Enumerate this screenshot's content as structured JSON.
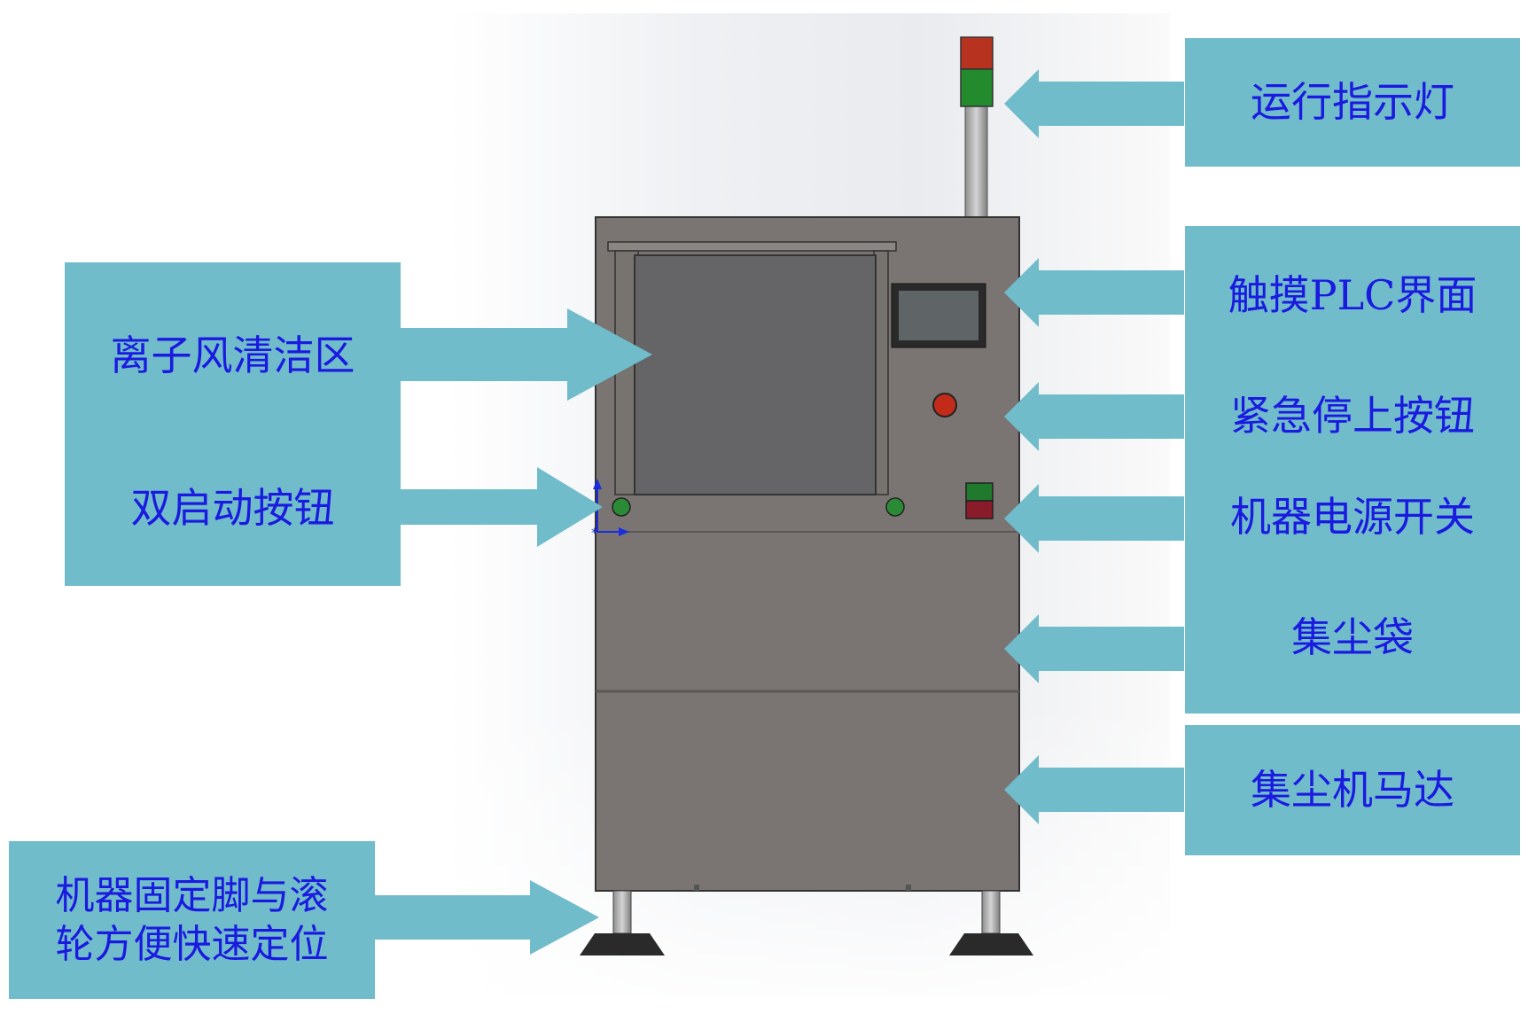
{
  "diagram": {
    "colors": {
      "label_fill": "#70bccb",
      "label_text": "#1a1ae0",
      "machine_body": "#7a7572",
      "machine_panel": "#656466",
      "screen_fill": "#5f6466",
      "estop_red": "#c22b1a",
      "power_green": "#1f7a2e",
      "power_red": "#8a1c2a",
      "lamp_red": "#b8331f",
      "lamp_green": "#248a2e",
      "start_button_green": "#2a8a36",
      "foot_dark": "#2a2a2a",
      "axis_blue": "#1a2ee0"
    },
    "labels": {
      "run_indicator_light": "运行指示灯",
      "touch_plc_interface": "触摸PLC界面",
      "emergency_stop_button": "紧急停上按钮",
      "machine_power_switch": "机器电源开关",
      "dust_bag": "集尘袋",
      "dust_collector_motor": "集尘机马达",
      "ion_air_cleaning_zone": "离子风清洁区",
      "dual_start_button": "双启动按钮",
      "feet_line1": "机器固定脚与滚",
      "feet_line2": "轮方便快速定位"
    }
  }
}
